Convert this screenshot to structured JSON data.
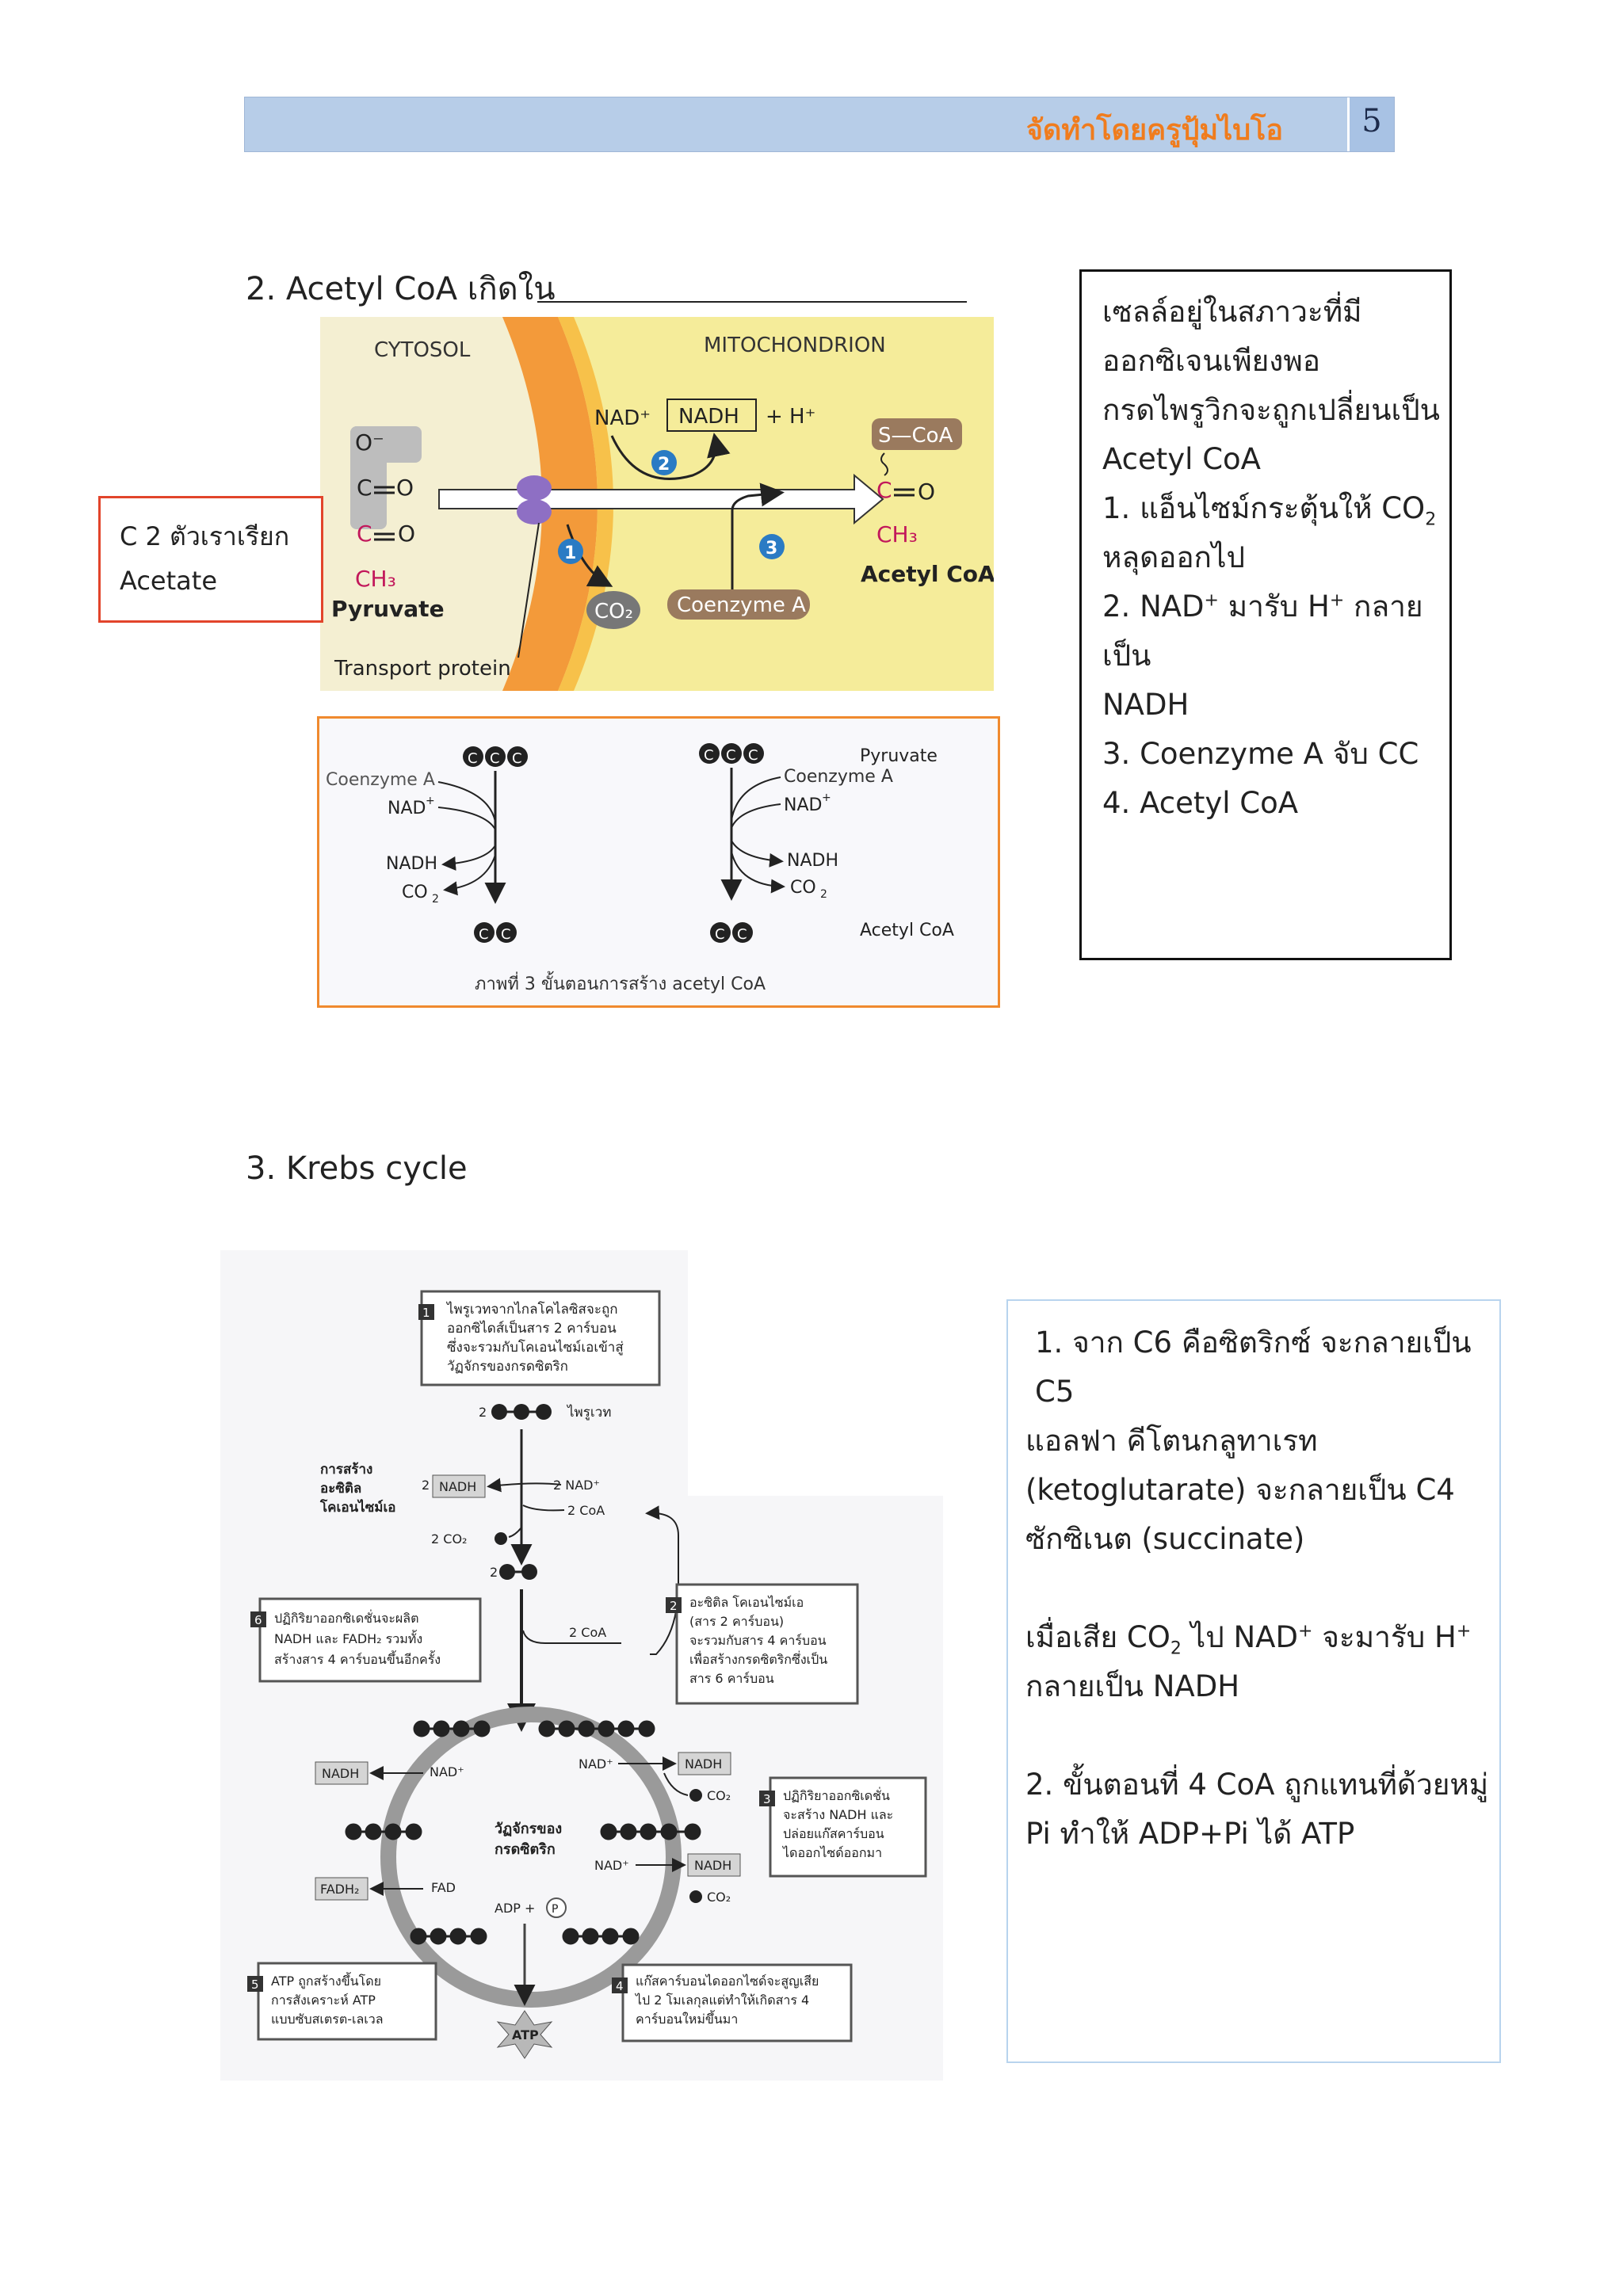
{
  "header": {
    "title": "จัดทำโดยครูปุ้มไบโอ",
    "page_number": "5"
  },
  "section2": {
    "heading": "2. Acetyl CoA เกิดใน",
    "diagram1": {
      "cytosol": "CYTOSOL",
      "mitochondrion": "MITOCHONDRION",
      "nad_plus": "NAD⁺",
      "nadh": "NADH",
      "h_plus": "+ H⁺",
      "s_coa": "S—CoA",
      "pyruvate": "Pyruvate",
      "acetyl_coa": "Acetyl CoA",
      "co2": "CO₂",
      "coenzyme_a": "Coenzyme A",
      "transport_protein": "Transport protein",
      "step1": "1",
      "step2": "2",
      "step3": "3",
      "atom_o_minus": "O⁻",
      "atom_c": "C",
      "atom_o": "O",
      "atom_ch3": "CH₃"
    },
    "note_box": {
      "line1": "C 2 ตัวเราเรียก",
      "line2": "Acetate"
    },
    "diagram2": {
      "c": "C",
      "coenzyme_a": "Coenzyme A",
      "nad_plus": "NAD",
      "nadh": "NADH",
      "co2": "CO",
      "pyruvate": "Pyruvate",
      "acetyl_coa": "Acetyl CoA",
      "caption": "ภาพที่ 3 ขั้นตอนการสร้าง acetyl CoA"
    },
    "explanation": {
      "lines": [
        "เซลล์อยู่ในสภาวะที่มี",
        "ออกซิเจนเพียงพอ",
        "กรดไพรูวิกจะถูกเปลี่ยนเป็น",
        "Acetyl CoA",
        "1. แอ็นไซม์กระตุ้นให้ CO",
        "หลุดออกไป",
        "2. NAD",
        "NADH",
        "3. Coenzyme A จับ CC",
        "4. Acetyl CoA"
      ],
      "sub_2": "2",
      "sup_plus": "+",
      "line7_mid": " มารับ H",
      "line7_end": " กลายเป็น"
    }
  },
  "section3": {
    "heading": "3. Krebs cycle",
    "diagram": {
      "box1": [
        "ไพรูเวทจากไกลโคไลซิสจะถูก",
        "ออกซิไดส์เป็นสาร 2 คาร์บอน",
        "ซึ่งจะรวมกับโคเอนไซม์เอเข้าสู่",
        "วัฏจักรของกรดซิตริก"
      ],
      "pyruvate_label": "ไพรูเวท",
      "formation": [
        "การสร้าง",
        "อะซิติล",
        "โคเอนไซม์เอ"
      ],
      "two": "2",
      "nadh": "NADH",
      "two_nad": "2 NAD⁺",
      "two_coa": "2 CoA",
      "two_co2": "2 CO₂",
      "box2": [
        "อะซิติล โคเอนไซม์เอ",
        "(สาร 2 คาร์บอน)",
        "จะรวมกับสาร 4 คาร์บอน",
        "เพื่อสร้างกรดซิตริกซึ่งเป็น",
        "สาร 6 คาร์บอน"
      ],
      "box6": [
        "ปฏิกิริยาออกซิเดชั่นจะผลิต",
        "NADH และ FADH₂ รวมทั้ง",
        "สร้างสาร 4 คาร์บอนขึ้นอีกครั้ง"
      ],
      "box3": [
        "ปฏิกิริยาออกซิเดชั่น",
        "จะสร้าง NADH และ",
        "ปล่อยแก๊สคาร์บอน",
        "ไดออกไซด์ออกมา"
      ],
      "box5": [
        "ATP ถูกสร้างขึ้นโดย",
        "การสังเคราะห์ ATP",
        "แบบซับสเตรต-เลเวล"
      ],
      "box4": [
        "แก๊สคาร์บอนไดออกไซด์จะสูญเสีย",
        "ไป 2 โมเลกุลแต่ทำให้เกิดสาร 4",
        "คาร์บอนใหม่ขึ้นมา"
      ],
      "cycle": [
        "วัฏจักรของ",
        "กรดซิตริก"
      ],
      "nad_plus": "NAD⁺",
      "co2": "CO₂",
      "fadh2": "FADH₂",
      "fad": "FAD",
      "adp": "ADP +",
      "p": "P",
      "atp": "ATP",
      "n1": "1",
      "n2": "2",
      "n3": "3",
      "n4": "4",
      "n5": "5",
      "n6": "6"
    },
    "explanation": {
      "p1": [
        "1. จาก C6 คือซิตริกซ์ จะกลายเป็น C5",
        "แอลฟา คีโตนกลูทาเรท",
        "(ketoglutarate) จะกลายเป็น C4",
        "ซักซิเนต (succinate)"
      ],
      "p2_a": "เมื่อเสีย CO",
      "p2_sub": "2",
      "p2_b": " ไป NAD",
      "p2_sup": "+",
      "p2_c": " จะมารับ H",
      "p2_d": "กลายเป็น NADH",
      "p3": [
        "2. ขั้นตอนที่ 4  CoA ถูกแทนที่ด้วยหมู่",
        "Pi ทำให้ ADP+Pi ได้ ATP"
      ]
    }
  }
}
